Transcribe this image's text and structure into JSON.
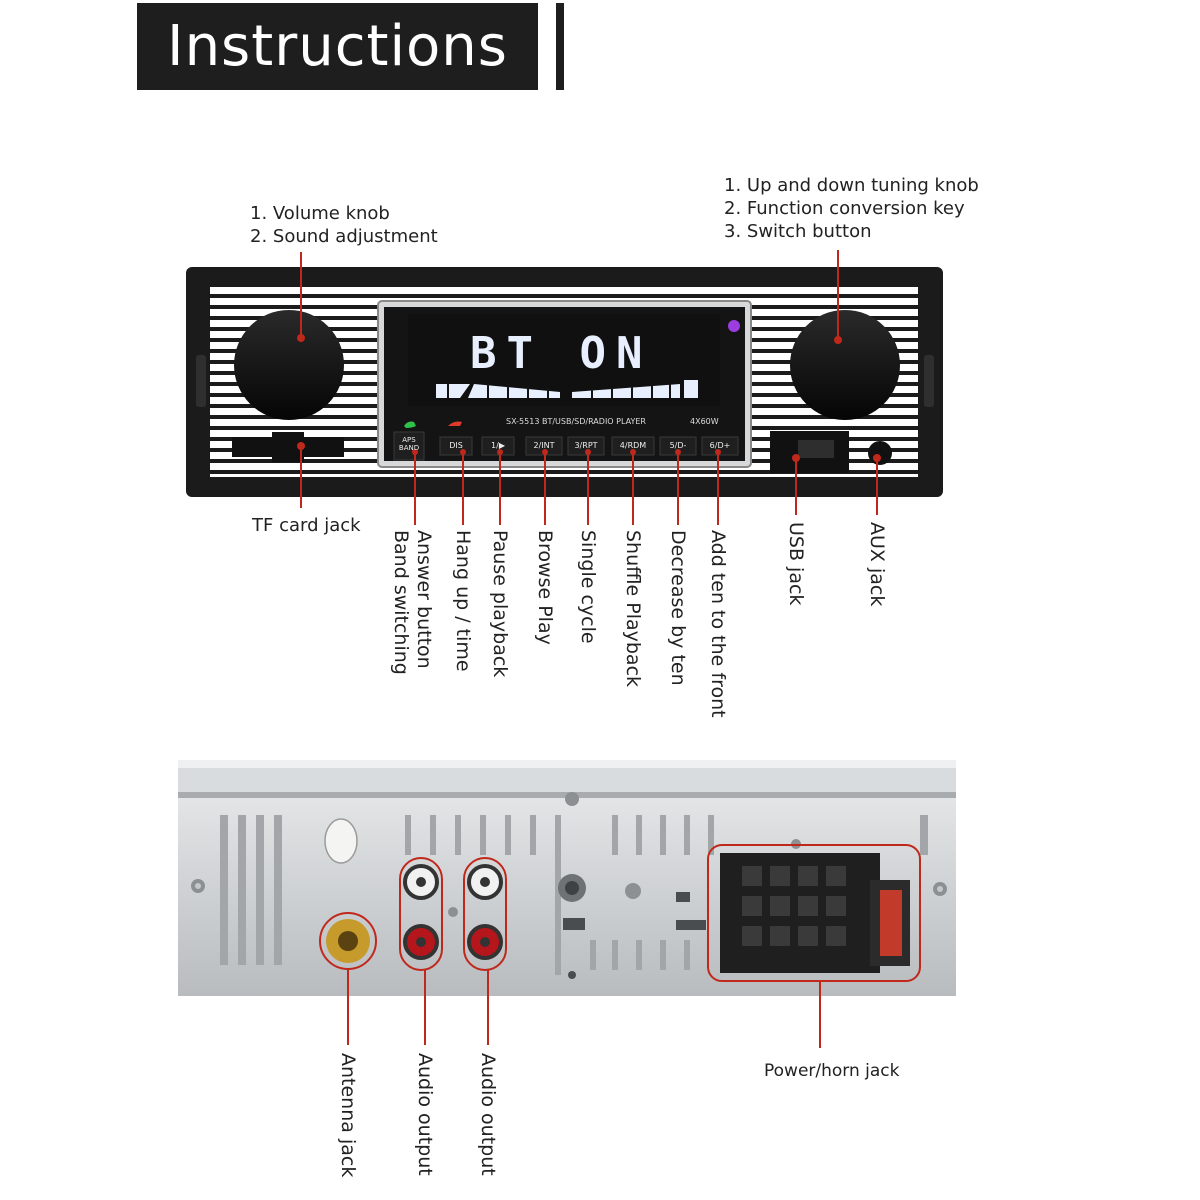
{
  "header": {
    "title": "Instructions"
  },
  "front_panel": {
    "display_text": "BT ON",
    "model_line": "SX-5513   BT/USB/SD/RADIO PLAYER",
    "power_rating": "4X60W",
    "buttons": [
      "APS BAND",
      "DIS",
      "1/▶",
      "2/INT",
      "3/RPT",
      "4/RDM",
      "5/D-",
      "6/D+"
    ],
    "callouts_top": {
      "left": [
        "1. Volume knob",
        "2. Sound adjustment"
      ],
      "right": [
        "1. Up and down tuning knob",
        "2. Function conversion key",
        "3. Switch button"
      ]
    },
    "callouts_bottom": {
      "tf_card": "TF card jack",
      "answer": [
        "Answer button",
        "Band switching"
      ],
      "hang_up": "Hang up / time",
      "pause": "Pause playback",
      "browse": "Browse Play",
      "single": "Single cycle",
      "shuffle": "Shuffle Playback",
      "decrease": "Decrease by ten",
      "add": "Add ten to the front",
      "usb": "USB jack",
      "aux": "AUX jack"
    }
  },
  "rear_panel": {
    "callouts": {
      "antenna": "Antenna jack",
      "audio1": "Audio output",
      "audio2": "Audio output",
      "power": "Power/horn jack"
    }
  },
  "colors": {
    "callout_line": "#c0281c",
    "panel_dark": "#1b1b1b",
    "display_blue": "#4a8fe0",
    "metal": "#c9ccce"
  }
}
